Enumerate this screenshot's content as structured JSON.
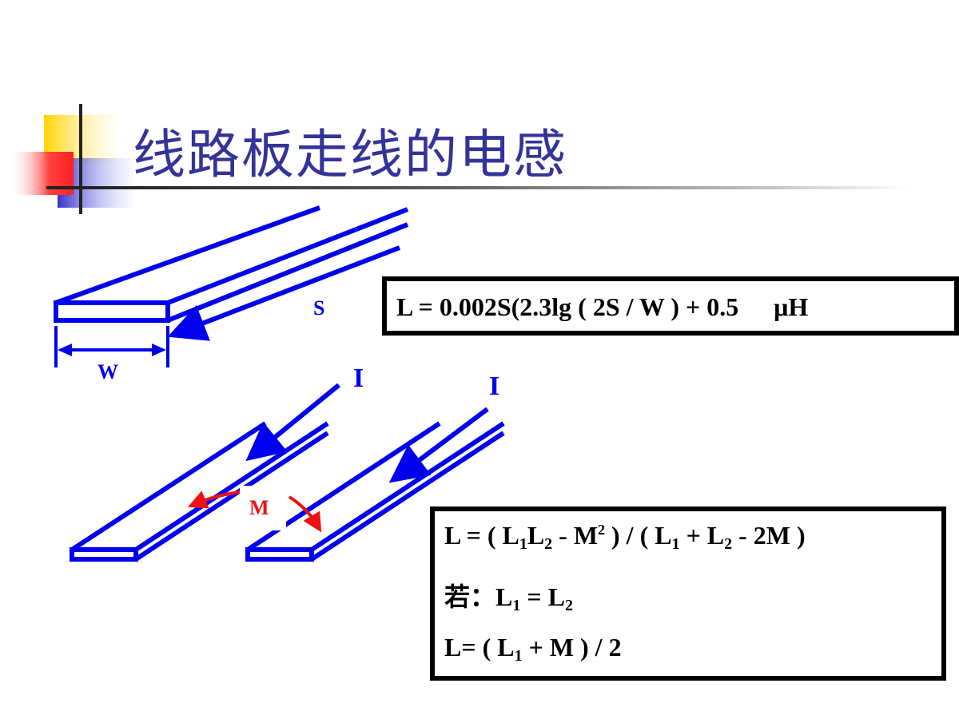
{
  "slide": {
    "title": "线路板走线的电感"
  },
  "diagram": {
    "label_s": "S",
    "label_w": "W",
    "label_i_left": "I",
    "label_i_right": "I",
    "label_m": "M"
  },
  "formula1": {
    "text": "L = 0.002S(2.3lg ( 2S / W ) + 0.5",
    "unit": "μH"
  },
  "formula2": {
    "line1": [
      "L = ( L",
      "1",
      "L",
      "2",
      " - M",
      "2",
      " ) / ( L",
      "1",
      " + L",
      "2",
      " - 2M )"
    ],
    "line2": [
      "若：L",
      "1",
      " = L",
      "2"
    ],
    "line3": [
      "L= ( L",
      "1",
      " + M ) / 2"
    ]
  },
  "colors": {
    "trace_blue": "#0000ee",
    "title_blue": "#333399",
    "arrow_red": "#ee1111"
  }
}
